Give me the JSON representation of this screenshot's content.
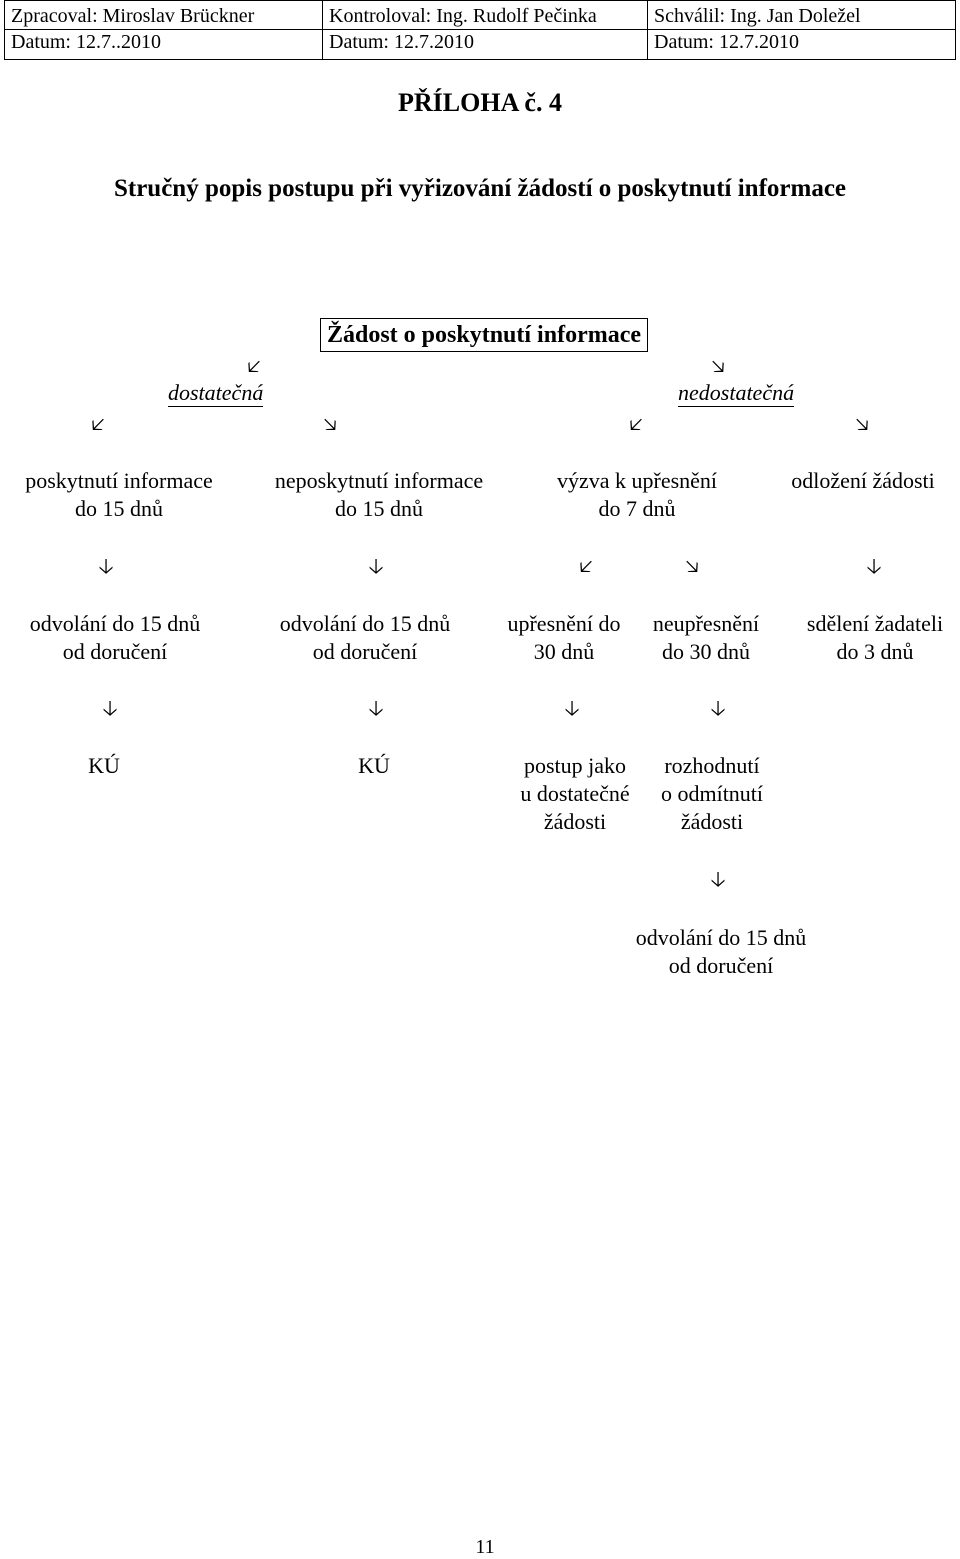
{
  "header": {
    "col1": {
      "line1": "Zpracoval: Miroslav Brückner",
      "line2": "Datum:  12.7..2010"
    },
    "col2": {
      "line1": "Kontroloval: Ing. Rudolf Pečinka",
      "line2": "Datum:  12.7.2010"
    },
    "col3": {
      "line1": "Schválil: Ing. Jan Doležel",
      "line2": "Datum:  12.7.2010"
    }
  },
  "appendix_title": "PŘÍLOHA č. 4",
  "doc_title": "Stručný popis postupu při vyřizování žádostí o poskytnutí informace",
  "flow": {
    "root": "Žádost o poskytnutí informace",
    "branch_left": "dostatečná",
    "branch_right": "nedostatečná",
    "level2": [
      {
        "line1": "poskytnutí informace",
        "line2": "do 15 dnů"
      },
      {
        "line1": "neposkytnutí informace",
        "line2": "do 15 dnů"
      },
      {
        "line1": "výzva k upřesnění",
        "line2": "do 7 dnů"
      },
      {
        "line1": "odložení žádosti",
        "line2": ""
      }
    ],
    "level3": [
      {
        "line1": "odvolání do 15 dnů",
        "line2": "od doručení"
      },
      {
        "line1": "odvolání do 15 dnů",
        "line2": "od doručení"
      },
      {
        "line1": "upřesnění do",
        "line2": "30 dnů"
      },
      {
        "line1": "neupřesnění",
        "line2": "do 30 dnů"
      },
      {
        "line1": "sdělení žadateli",
        "line2": "do 3 dnů"
      }
    ],
    "level4": [
      {
        "line1": "KÚ",
        "line2": "",
        "line3": ""
      },
      {
        "line1": "KÚ",
        "line2": "",
        "line3": ""
      },
      {
        "line1": "postup jako",
        "line2": "u dostatečné",
        "line3": "žádosti"
      },
      {
        "line1": "rozhodnutí",
        "line2": "o odmítnutí",
        "line3": "žádosti"
      }
    ],
    "level5": {
      "line1": "odvolání do 15 dnů",
      "line2": "od doručení"
    }
  },
  "arrows": {
    "down": "🡣",
    "down_left": "🡧",
    "down_right": "🡦"
  },
  "page_number": "11"
}
